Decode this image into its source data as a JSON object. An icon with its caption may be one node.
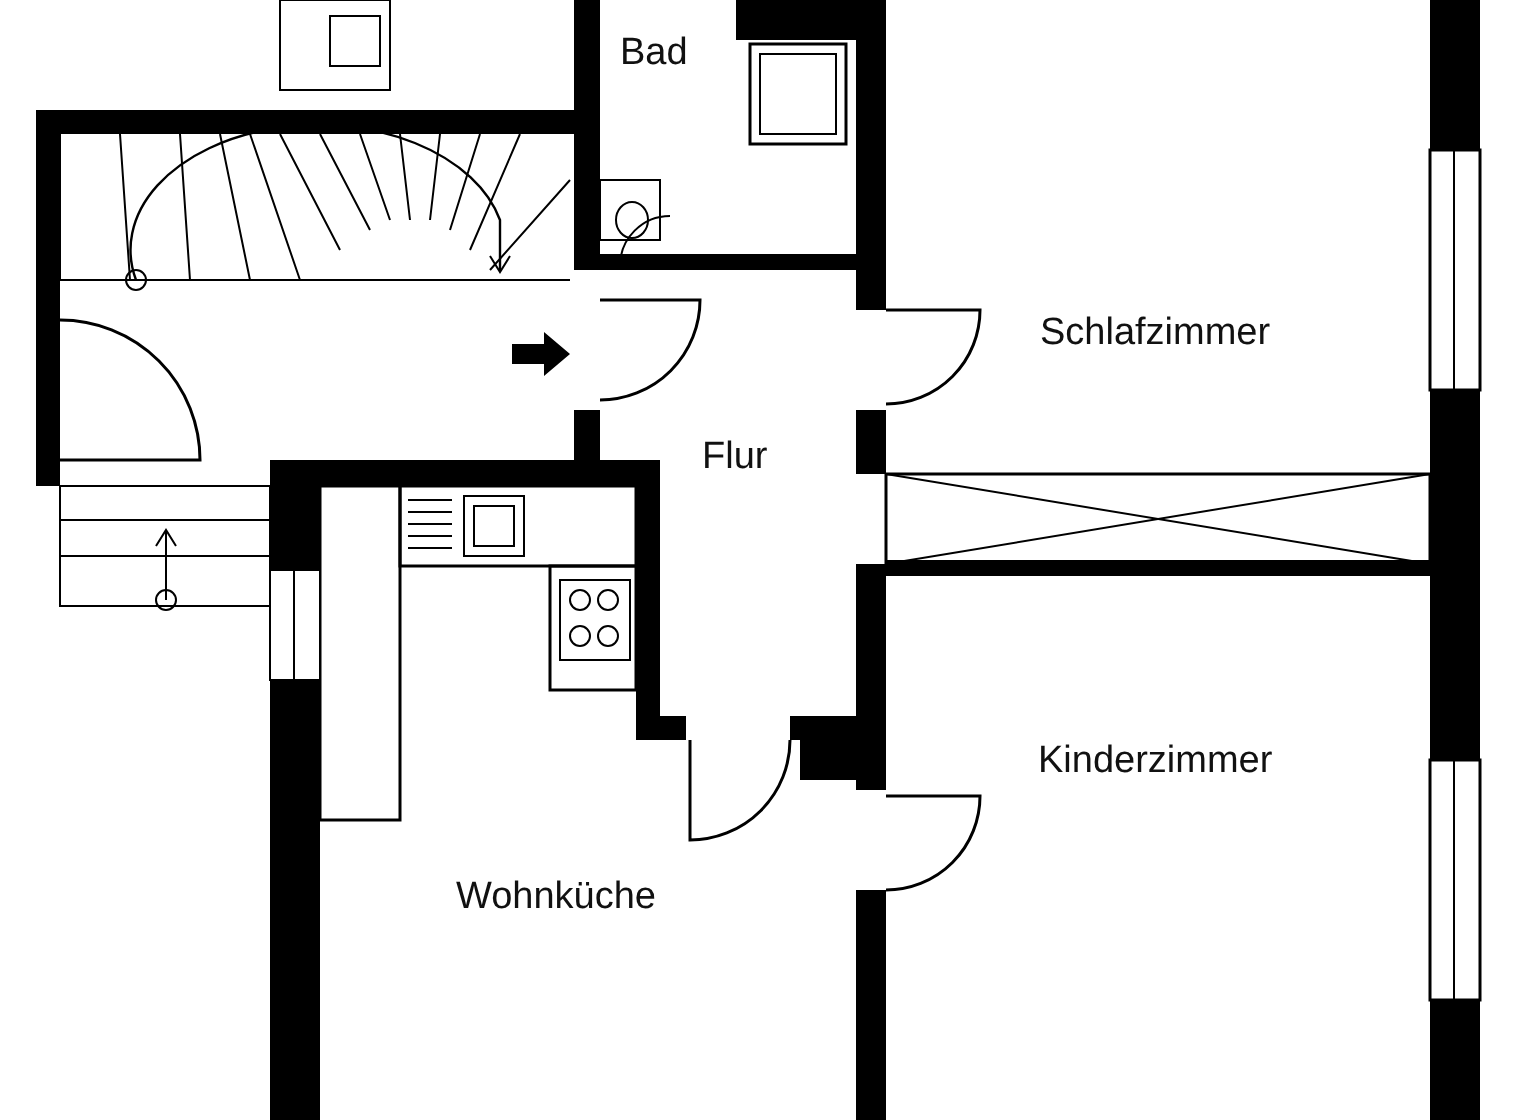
{
  "diagram": {
    "labels": [
      "Bad",
      "Schlafzimmer",
      "Flur",
      "Kinderzimmer",
      "Wohnküche"
    ]
  }
}
